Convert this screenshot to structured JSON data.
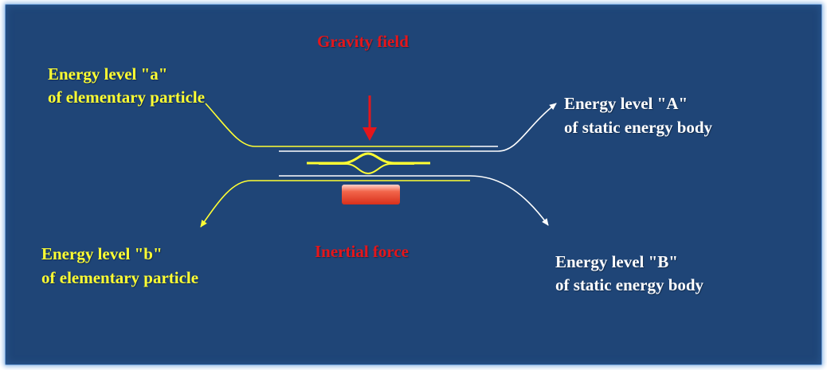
{
  "labels": {
    "gravity_field": "Gravity field",
    "inertial_force": "Inertial  force",
    "level_a_line1": "Energy level \"a\"",
    "level_a_line2": "of elementary particle",
    "level_b_line1": "Energy level \"b\"",
    "level_b_line2": "of elementary particle",
    "level_A_line1": "Energy level \"A\"",
    "level_A_line2": "of static energy body",
    "level_B_line1": "Energy level \"B\"",
    "level_B_line2": "of static energy body"
  },
  "colors": {
    "background": "#1f4577",
    "particle_levels": "#ffff33",
    "body_levels": "#ffffff",
    "gravity": "#e4161b",
    "inertial_block": "#e8452a"
  }
}
